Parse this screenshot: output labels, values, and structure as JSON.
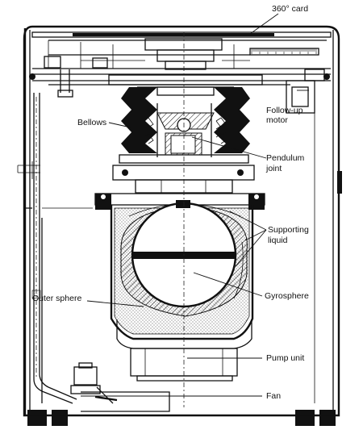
{
  "diagram": {
    "labels": {
      "card": "360° card",
      "followup": [
        "Follow-up",
        "motor"
      ],
      "bellows": "Bellows",
      "pendulum": [
        "Pendulum",
        "joint"
      ],
      "supporting": [
        "Supporting",
        "liquid"
      ],
      "outer": "Outer sphere",
      "gyro": "Gyrosphere",
      "pump": "Pump unit",
      "fan": "Fan"
    }
  }
}
